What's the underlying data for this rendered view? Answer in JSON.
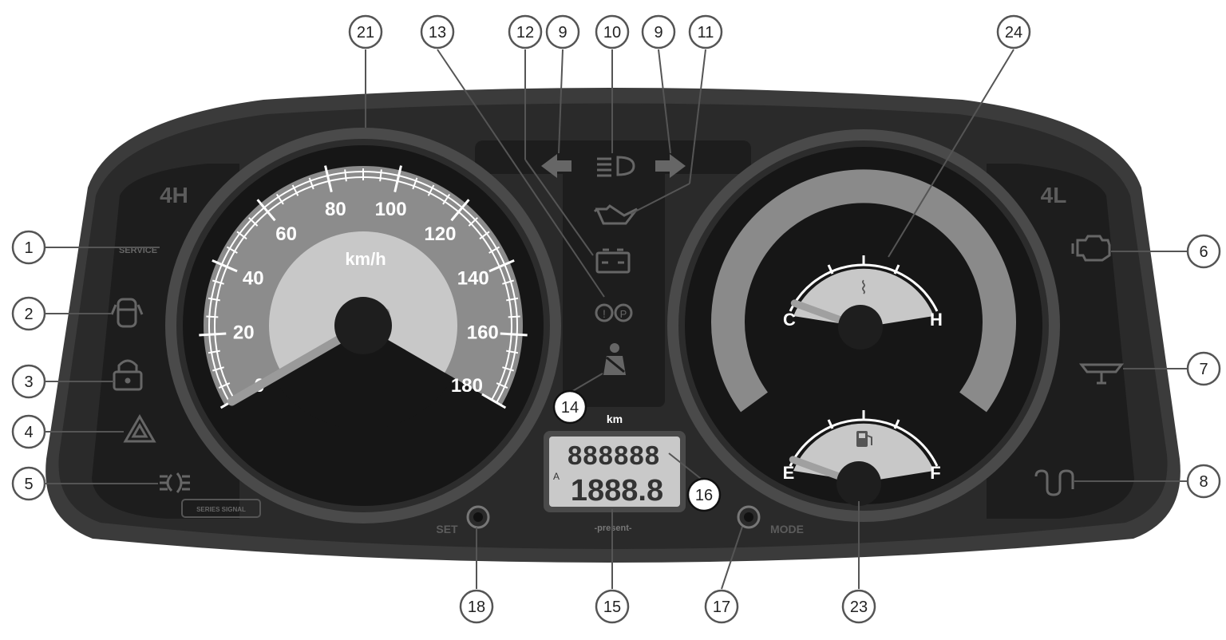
{
  "speedometer": {
    "unit": "km/h",
    "ticks": [
      "0",
      "20",
      "40",
      "60",
      "80",
      "100",
      "120",
      "140",
      "160",
      "180"
    ],
    "min": 0,
    "max": 180,
    "needle_value": 0
  },
  "indicators": {
    "left_4h": "4H",
    "right_4l": "4L",
    "service": "SERVICE",
    "small_plate": "SERIES SIGNAL"
  },
  "temp_gauge": {
    "cold_label": "C",
    "hot_label": "H",
    "level": 0.0
  },
  "fuel_gauge": {
    "empty_label": "E",
    "full_label": "F",
    "level": 0.0
  },
  "odometer": {
    "unit": "km",
    "top_line": "888888",
    "trip_prefix": "A",
    "bottom_line": "1888.8",
    "brand": "-present-"
  },
  "buttons": {
    "set_label": "SET",
    "mode_label": "MODE"
  },
  "callouts": {
    "c1": "1",
    "c2": "2",
    "c3": "3",
    "c4": "4",
    "c5": "5",
    "c6": "6",
    "c7": "7",
    "c8": "8",
    "c9a": "9",
    "c9b": "9",
    "c10": "10",
    "c11": "11",
    "c12": "12",
    "c13": "13",
    "c14": "14",
    "c15": "15",
    "c16": "16",
    "c17": "17",
    "c18": "18",
    "c21": "21",
    "c23": "23",
    "c24": "24"
  },
  "colors": {
    "bezel": "#3b3b3b",
    "panel": "#262626",
    "dial_face": "#161616",
    "scale_band": "#8c8c8c",
    "center_disc": "#c8c8c8",
    "lcd": "#c9c9c9",
    "accent_white": "#ffffff"
  }
}
